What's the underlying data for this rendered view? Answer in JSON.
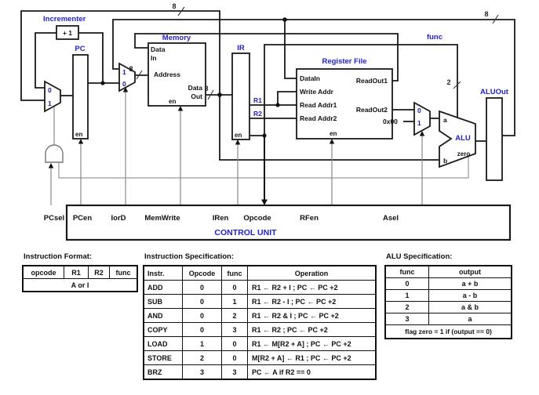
{
  "diagram": {
    "labels": {
      "incrementer": "Incrementer",
      "plus_one": "+ 1",
      "pc": "PC",
      "memory": "Memory",
      "ir": "IR",
      "register_file": "Register File",
      "alu": "ALU",
      "alu_out": "ALUOut",
      "func_wire": "func",
      "r1_wire": "R1",
      "r2_wire": "R2",
      "const_zero": "0x00",
      "control_unit": "CONTROL UNIT"
    },
    "bus_widths": {
      "eight": "8",
      "two": "2"
    },
    "mux": {
      "zero": "0",
      "one": "1"
    },
    "ports": {
      "data": "Data",
      "in": "In",
      "address": "Address",
      "out": "Out",
      "en": "en",
      "data_in": "DataIn",
      "write_addr": "Write Addr",
      "read_addr1": "Read Addr1",
      "read_addr2": "Read Addr2",
      "read_out1": "ReadOut1",
      "read_out2": "ReadOut2",
      "a": "a",
      "b": "b",
      "zero_flag": "zero"
    },
    "control_signals": [
      "PCsel",
      "PCen",
      "IorD",
      "MemWrite",
      "IRen",
      "Opcode",
      "RFen",
      "Asel"
    ]
  },
  "tables": {
    "instruction_format": {
      "title": "Instruction Format:",
      "fields": [
        "opcode",
        "R1",
        "R2",
        "func"
      ],
      "span": "A or I"
    },
    "instruction_spec": {
      "title": "Instruction Specification:",
      "headers": [
        "Instr.",
        "Opcode",
        "func",
        "Operation"
      ],
      "rows": [
        [
          "ADD",
          "0",
          "0",
          "R1 ← R2 + I ;  PC ← PC +2"
        ],
        [
          "SUB",
          "0",
          "1",
          "R1 ← R2 - I ;  PC ← PC +2"
        ],
        [
          "AND",
          "0",
          "2",
          "R1 ← R2 & I ;  PC ← PC +2"
        ],
        [
          "COPY",
          "0",
          "3",
          "R1 ← R2 ;  PC ← PC +2"
        ],
        [
          "LOAD",
          "1",
          "0",
          "R1 ← M[R2 + A] ;  PC ← PC +2"
        ],
        [
          "STORE",
          "2",
          "0",
          "M[R2 + A] ← R1 ;  PC ← PC +2"
        ],
        [
          "BRZ",
          "3",
          "3",
          "PC ← A  if R2 == 0"
        ]
      ]
    },
    "alu_spec": {
      "title": "ALU Specification:",
      "headers": [
        "func",
        "output"
      ],
      "rows": [
        [
          "0",
          "a + b"
        ],
        [
          "1",
          "a - b"
        ],
        [
          "2",
          "a & b"
        ],
        [
          "3",
          "a"
        ]
      ],
      "footer": "flag zero = 1  if  (output == 0)"
    }
  },
  "colors": {
    "accent_blue": "#2222cc",
    "wire": "#1a1a1a",
    "control_wire": "#8a8a8a"
  }
}
